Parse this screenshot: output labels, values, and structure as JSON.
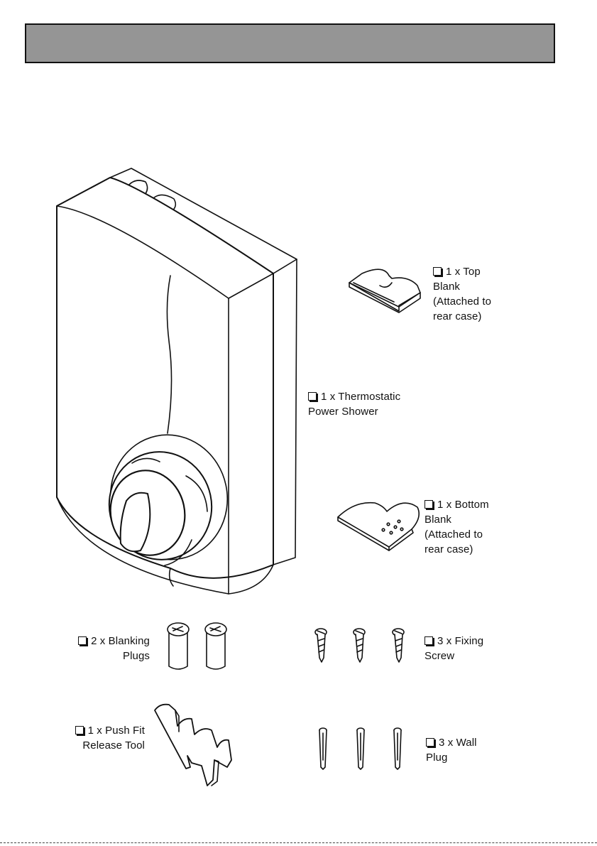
{
  "header": {
    "title": ""
  },
  "items": {
    "top_blank": {
      "lines": [
        "1 x Top",
        "Blank",
        "(Attached to",
        "rear case)"
      ],
      "icon": "checkbox-icon"
    },
    "shower": {
      "lines": [
        "1 x Thermostatic",
        "Power Shower"
      ],
      "icon": "checkbox-icon"
    },
    "bottom_blank": {
      "lines": [
        "1 x Bottom",
        "Blank",
        "(Attached to",
        "rear case)"
      ],
      "icon": "checkbox-icon"
    },
    "blanking_plugs": {
      "lines": [
        "2 x Blanking",
        "Plugs"
      ],
      "icon": "checkbox-icon"
    },
    "fixing_screw": {
      "lines": [
        "3 x Fixing",
        "Screw"
      ],
      "icon": "checkbox-icon"
    },
    "release_tool": {
      "lines": [
        "1 x Push Fit",
        "Release Tool"
      ],
      "icon": "checkbox-icon"
    },
    "wall_plug": {
      "lines": [
        "3 x Wall",
        "Plug"
      ],
      "icon": "checkbox-icon"
    }
  },
  "colors": {
    "header_band": "#959595",
    "ink": "#111111"
  }
}
